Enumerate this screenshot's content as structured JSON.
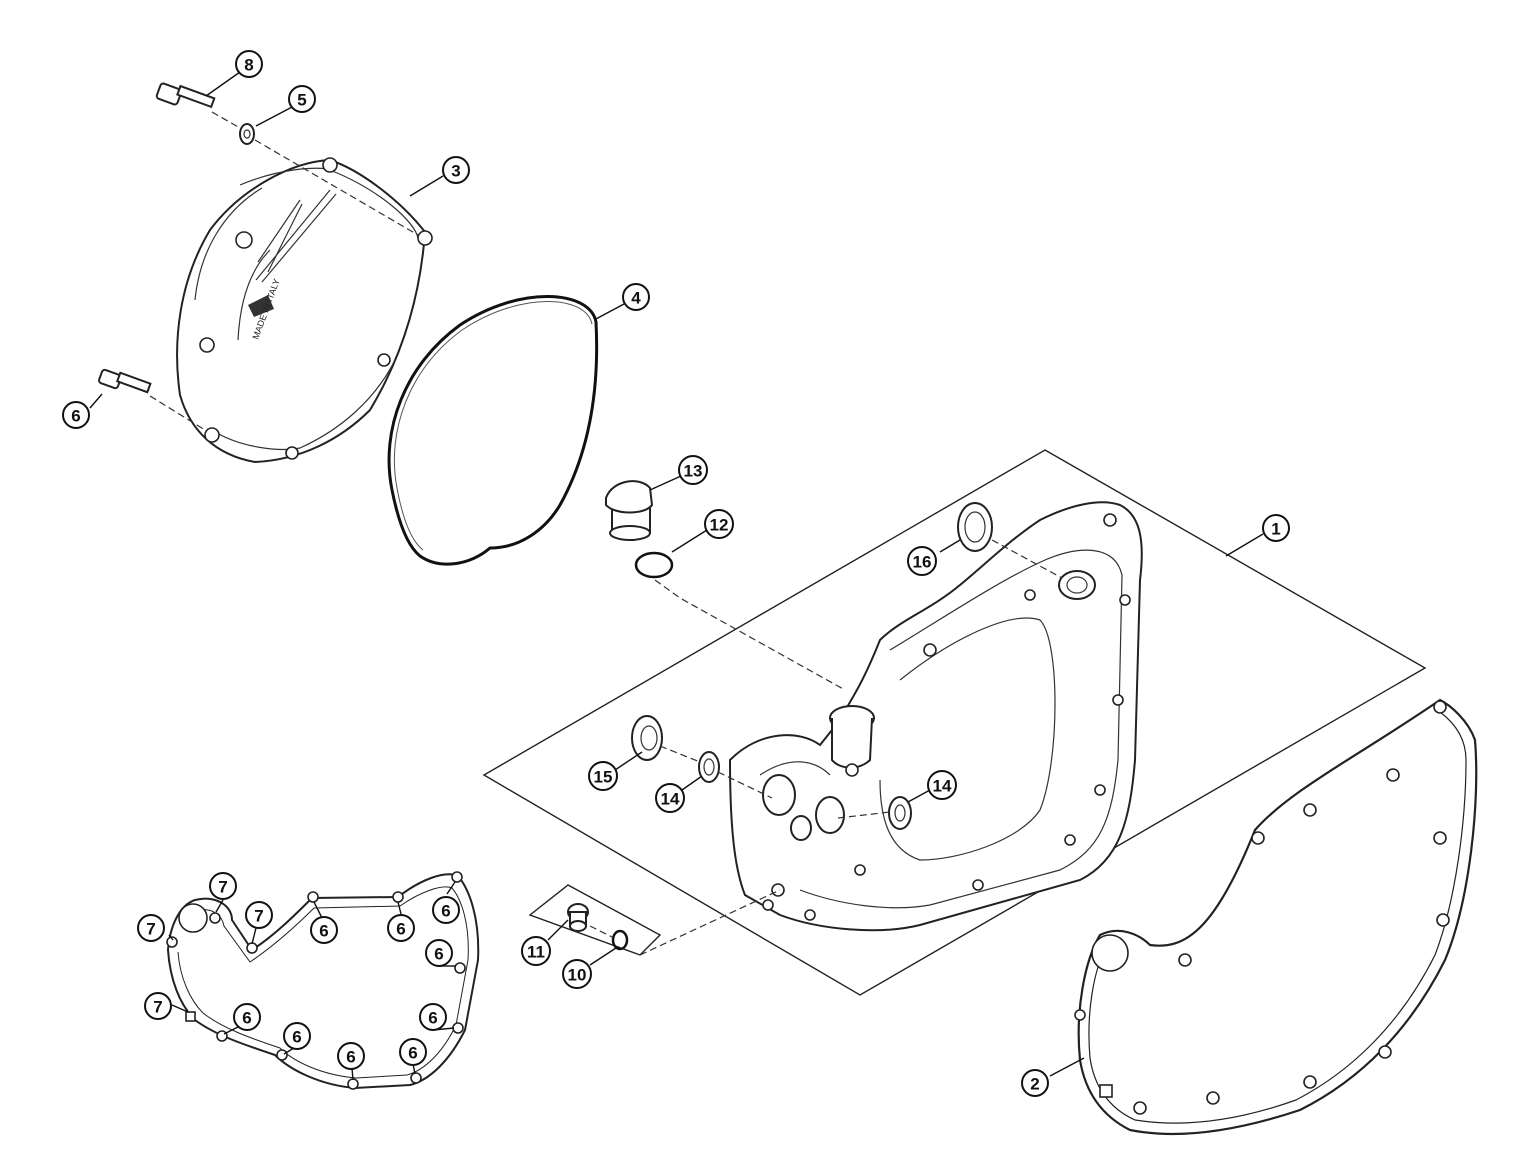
{
  "diagram": {
    "callouts": [
      {
        "id": "c8",
        "label": "8"
      },
      {
        "id": "c5",
        "label": "5"
      },
      {
        "id": "c3",
        "label": "3"
      },
      {
        "id": "c4",
        "label": "4"
      },
      {
        "id": "c6a",
        "label": "6"
      },
      {
        "id": "c13",
        "label": "13"
      },
      {
        "id": "c12",
        "label": "12"
      },
      {
        "id": "c1",
        "label": "1"
      },
      {
        "id": "c16",
        "label": "16"
      },
      {
        "id": "c15",
        "label": "15"
      },
      {
        "id": "c14a",
        "label": "14"
      },
      {
        "id": "c14b",
        "label": "14"
      },
      {
        "id": "c11",
        "label": "11"
      },
      {
        "id": "c10",
        "label": "10"
      },
      {
        "id": "c2",
        "label": "2"
      },
      {
        "id": "g7a",
        "label": "7"
      },
      {
        "id": "g7b",
        "label": "7"
      },
      {
        "id": "g7c",
        "label": "7"
      },
      {
        "id": "g7d",
        "label": "7"
      },
      {
        "id": "g6a",
        "label": "6"
      },
      {
        "id": "g6b",
        "label": "6"
      },
      {
        "id": "g6c",
        "label": "6"
      },
      {
        "id": "g6d",
        "label": "6"
      },
      {
        "id": "g6e",
        "label": "6"
      },
      {
        "id": "g6f",
        "label": "6"
      },
      {
        "id": "g6g",
        "label": "6"
      },
      {
        "id": "g6h",
        "label": "6"
      },
      {
        "id": "g6i",
        "label": "6"
      }
    ],
    "cover_stamp": [
      "MADE IN ITALY"
    ]
  }
}
